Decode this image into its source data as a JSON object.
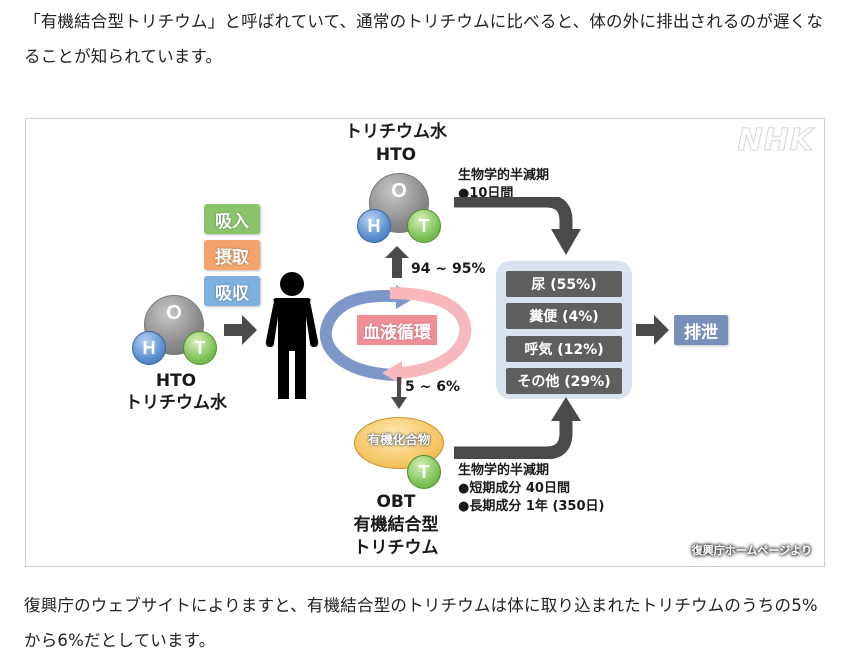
{
  "article": {
    "paragraph_top": "「有機結合型トリチウム」と呼ばれていて、通常のトリチウムに比べると、体の外に排出されるのが遅くなることが知られています。",
    "paragraph_bottom": "復興庁のウェブサイトによりますと、有機結合型のトリチウムは体に取り込まれたトリチウムのうちの5%から6%だとしています。"
  },
  "figure": {
    "watermark": "NHK",
    "credit": "復興庁ホームページより",
    "left_molecule": {
      "atoms": {
        "o": "O",
        "h": "H",
        "t": "T"
      },
      "label_line1": "HTO",
      "label_line2": "トリチウム水"
    },
    "intake_tags": [
      {
        "label": "吸入",
        "color": "#8cc46c"
      },
      {
        "label": "摂取",
        "color": "#f3a36b"
      },
      {
        "label": "吸収",
        "color": "#7fb0e0"
      }
    ],
    "top_molecule": {
      "title_line1": "トリチウム水",
      "title_line2": "HTO",
      "atoms": {
        "o": "O",
        "h": "H",
        "t": "T"
      }
    },
    "top_halflife": {
      "title": "生物学的半減期",
      "items": [
        "●10日間"
      ]
    },
    "circulation_label": "血液循環",
    "up_percent": "94 ~ 95%",
    "down_percent": "5 ~ 6%",
    "excretion_items": [
      "尿 (55%)",
      "糞便 (4%)",
      "呼気 (12%)",
      "その他 (29%)"
    ],
    "excretion_label": "排泄",
    "obt": {
      "compound_label": "有機化合物",
      "atom_t": "T",
      "label_line1": "OBT",
      "label_line2": "有機結合型",
      "label_line3": "トリチウム"
    },
    "bottom_halflife": {
      "title": "生物学的半減期",
      "items": [
        "●短期成分 40日間",
        "●長期成分 1年 (350日)"
      ]
    },
    "colors": {
      "arrow": "#4a4a4a",
      "circ_blue": "#7d98c8",
      "circ_pink": "#f6b8bd",
      "circ_label_bg": "#f08e96",
      "excretion_label_bg": "#7690b8"
    }
  }
}
